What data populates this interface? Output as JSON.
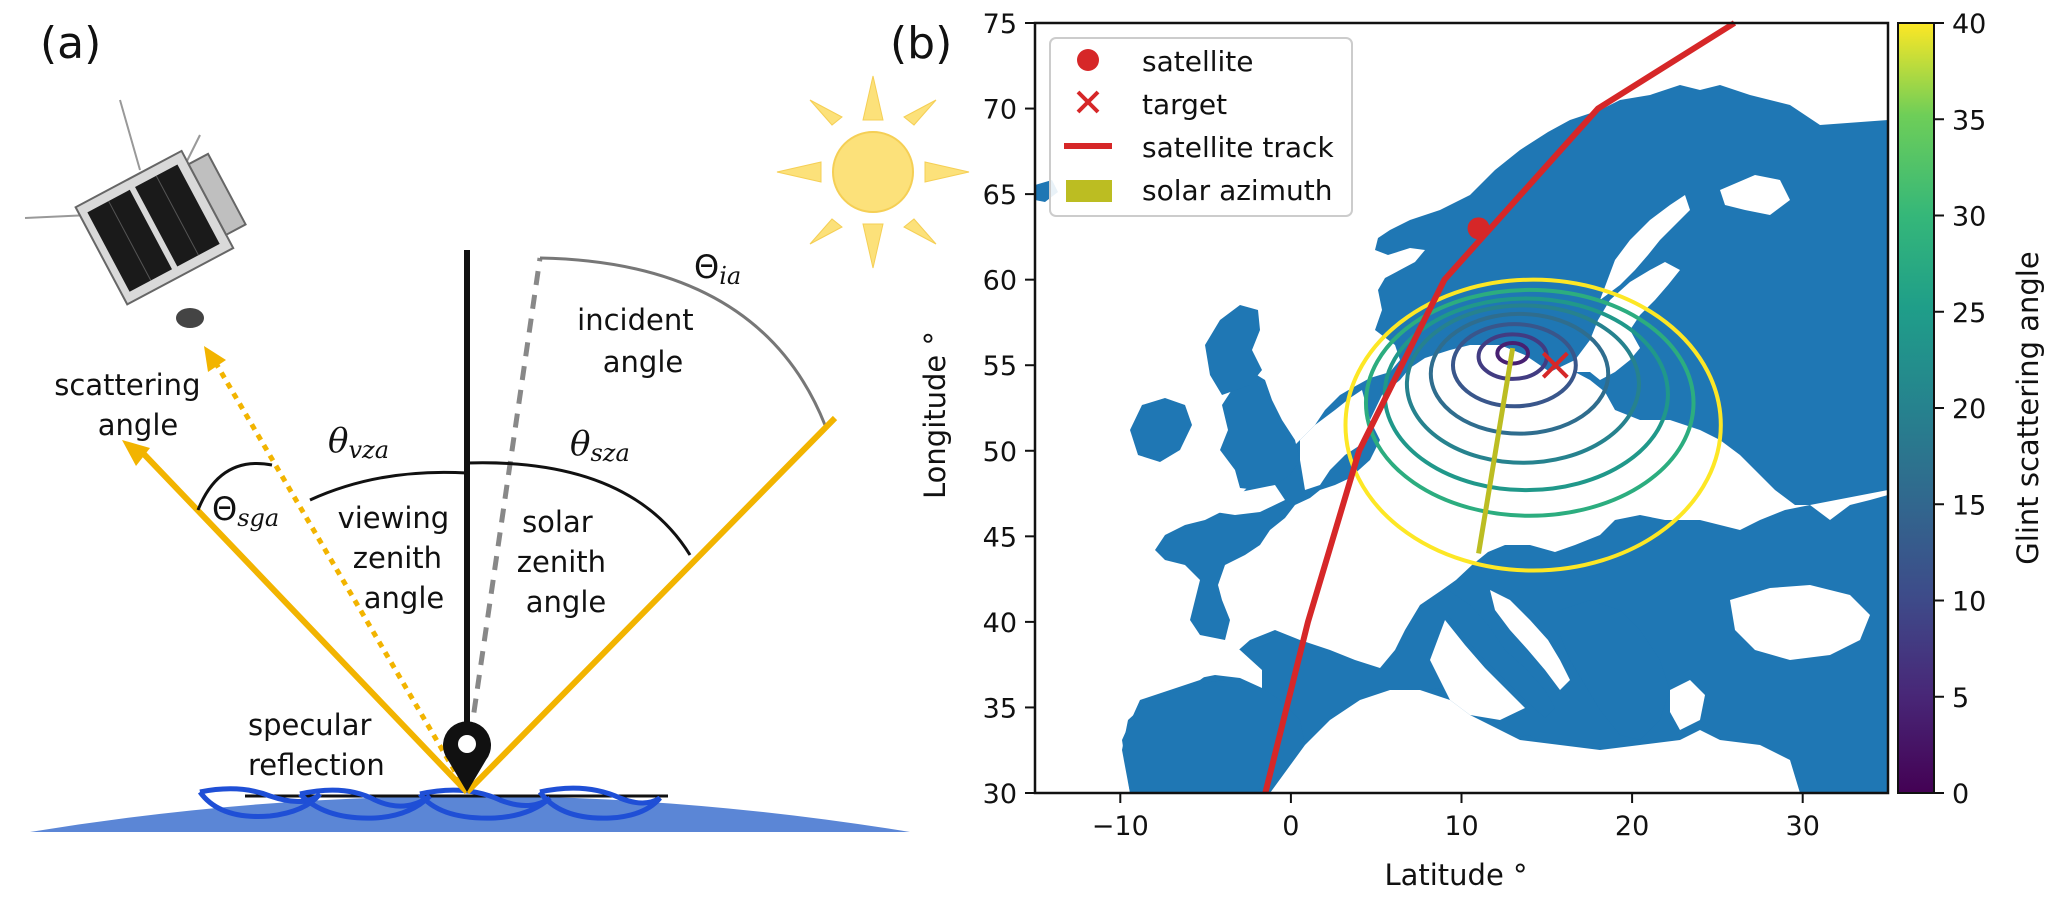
{
  "panel_a": {
    "label": "(a)",
    "scattering_angle": [
      "scattering",
      "angle"
    ],
    "theta_vza": "θ",
    "theta_vza_sub": "vza",
    "theta_sza": "θ",
    "theta_sza_sub": "sza",
    "theta_sga": "Θ",
    "theta_sga_sub": "sga",
    "theta_ia": "Θ",
    "theta_ia_sub": "ia",
    "incident_angle": [
      "incident",
      "angle"
    ],
    "viewing_zenith_angle": [
      "viewing",
      "zenith",
      "angle"
    ],
    "solar_zenith_angle": [
      "solar",
      "zenith",
      "angle"
    ],
    "specular_reflection": [
      "specular",
      "reflection"
    ]
  },
  "panel_b": {
    "label": "(b)",
    "xlabel": "Latitude °",
    "ylabel": "Longitude °",
    "xticks": [
      -10,
      0,
      10,
      20,
      30
    ],
    "yticks": [
      30,
      35,
      40,
      45,
      50,
      55,
      60,
      65,
      70,
      75
    ],
    "legend": [
      "satellite",
      "target",
      "satellite track",
      "solar azimuth"
    ],
    "colorbar_label": "Glint scattering angle",
    "colorbar_ticks": [
      0,
      5,
      10,
      15,
      20,
      25,
      30,
      35,
      40
    ],
    "colors": {
      "land": "#1f77b4",
      "satellite": "#d62728",
      "track": "#d62728",
      "solar_azimuth": "#bcbd22"
    }
  },
  "chart_data": {
    "type": "scatter",
    "xlim": [
      -15,
      35
    ],
    "ylim": [
      30,
      75
    ],
    "xlabel": "Latitude °",
    "ylabel": "Longitude °",
    "legend_position": "top-left",
    "satellite": {
      "x": 11.0,
      "y": 63.0
    },
    "target": {
      "x": 15.5,
      "y": 55.0
    },
    "satellite_track": [
      [
        -1.5,
        30
      ],
      [
        1,
        40
      ],
      [
        4,
        50
      ],
      [
        9,
        60
      ],
      [
        18,
        70
      ],
      [
        26,
        75
      ]
    ],
    "solar_azimuth": [
      [
        13,
        56
      ],
      [
        11,
        44
      ]
    ],
    "glint_contours": [
      {
        "level": 4,
        "cx": 13.0,
        "cy": 55.7,
        "rx": 0.9,
        "ry": 0.6
      },
      {
        "level": 8,
        "cx": 13.0,
        "cy": 55.5,
        "rx": 2.0,
        "ry": 1.3
      },
      {
        "level": 12,
        "cx": 13.1,
        "cy": 55.0,
        "rx": 3.6,
        "ry": 2.4
      },
      {
        "level": 16,
        "cx": 13.4,
        "cy": 54.5,
        "rx": 5.2,
        "ry": 3.5
      },
      {
        "level": 20,
        "cx": 13.6,
        "cy": 53.9,
        "rx": 6.8,
        "ry": 4.6
      },
      {
        "level": 24,
        "cx": 13.8,
        "cy": 53.3,
        "rx": 8.3,
        "ry": 5.6
      },
      {
        "level": 28,
        "cx": 14.0,
        "cy": 52.8,
        "rx": 9.6,
        "ry": 6.6
      },
      {
        "level": 40,
        "cx": 14.2,
        "cy": 51.5,
        "rx": 11.0,
        "ry": 8.5
      }
    ],
    "colorbar_range": [
      0,
      40
    ]
  }
}
